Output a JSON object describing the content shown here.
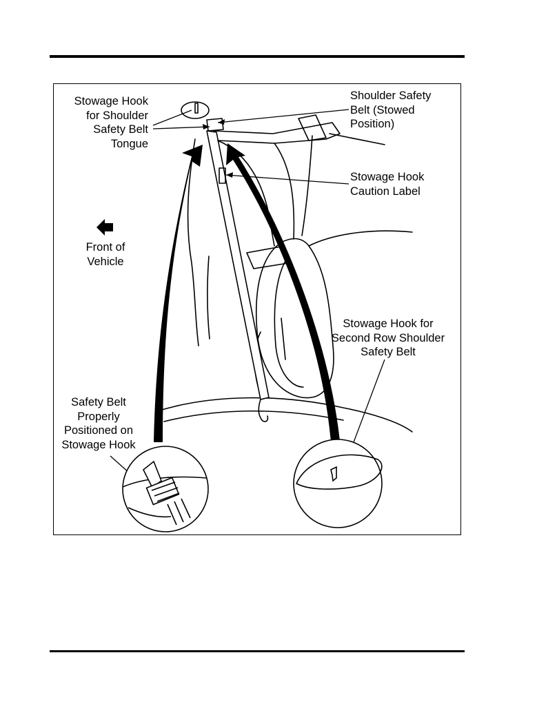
{
  "labels": {
    "stowage_hook_tongue": "Stowage Hook\nfor Shoulder\nSafety Belt\nTongue",
    "shoulder_belt_stowed": "Shoulder Safety\nBelt (Stowed\nPosition)",
    "caution_label": "Stowage Hook\nCaution Label",
    "front_of_vehicle": "Front of\nVehicle",
    "second_row_hook": "Stowage Hook for\nSecond Row Shoulder\nSafety Belt",
    "properly_positioned": "Safety Belt\nProperly\nPositioned on\nStowage Hook"
  },
  "icons": {
    "front_arrow": "left-arrow-icon"
  },
  "colors": {
    "ink": "#000000",
    "paper": "#ffffff"
  }
}
